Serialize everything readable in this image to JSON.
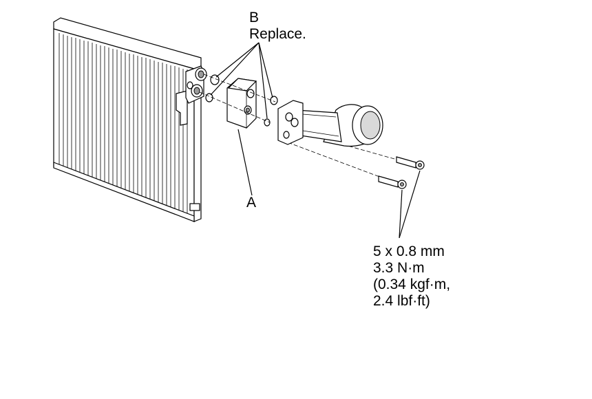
{
  "labels": {
    "part_a": "A",
    "part_b": "B",
    "part_b_note": "Replace.",
    "bolt_size": "5 x 0.8 mm",
    "torque_nm": "3.3 N·m",
    "torque_kgf": "(0.34 kgf·m,",
    "torque_lbf": "2.4 lbf·ft)"
  }
}
